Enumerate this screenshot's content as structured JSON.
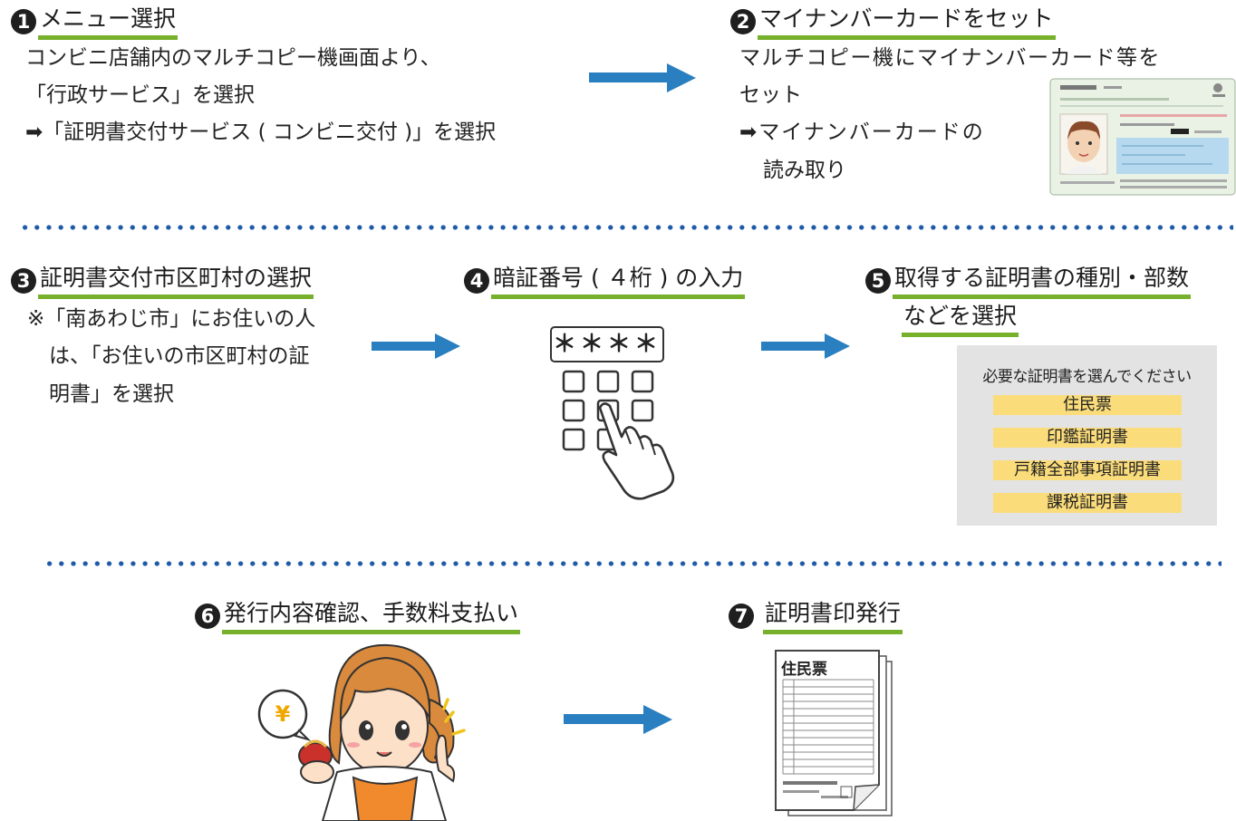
{
  "steps": [
    {
      "number": "1",
      "title": "メニュー選択",
      "lines": [
        "コンビニ店舗内のマルチコピー機画面より、",
        "「行政サービス」を選択",
        "➡「証明書交付サービス ( コンビニ交付 )」を選択"
      ]
    },
    {
      "number": "2",
      "title": "マイナンバーカードをセット",
      "lines": [
        "マルチコピー機にマイナンバーカード等を",
        "セット",
        "➡マイナンバーカードの",
        "読み取り"
      ]
    },
    {
      "number": "3",
      "title": "証明書交付市区町村の選択",
      "lines": [
        "※「南あわじ市」にお住いの人",
        "は、「お住いの市区町村の証",
        "明書」を選択"
      ]
    },
    {
      "number": "4",
      "title": "暗証番号 ( ４桁 ) の入力",
      "keypad_display": "＊＊＊＊"
    },
    {
      "number": "5",
      "title_line1": "取得する証明書の種別・部数",
      "title_line2": "などを選択",
      "panel": {
        "heading": "必要な証明書を選んでください",
        "options": [
          "住民票",
          "印鑑証明書",
          "戸籍全部事項証明書",
          "課税証明書"
        ]
      }
    },
    {
      "number": "6",
      "title": "発行内容確認、手数料支払い",
      "coin_symbol": "¥"
    },
    {
      "number": "7",
      "title": "証明書印発行",
      "document_title": "住民票"
    }
  ],
  "colors": {
    "underline": "#77b02b",
    "arrow": "#2a7fc0",
    "dots": "#1e5aa8",
    "panel_bg": "#e3e3e3",
    "option_bg": "#fbdc7a"
  },
  "icons": [
    "right-arrow-icon",
    "my-number-card-image",
    "keypad-icon",
    "pointing-hand-icon",
    "woman-paying-illustration",
    "document-stack-icon"
  ]
}
